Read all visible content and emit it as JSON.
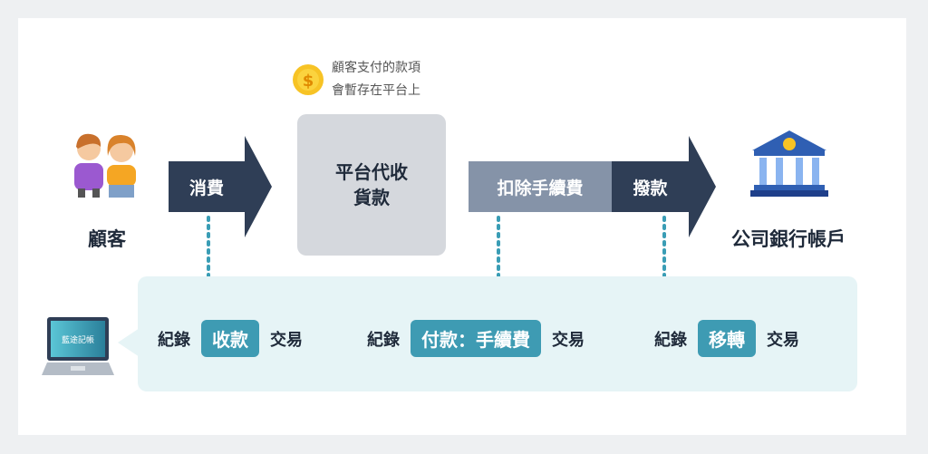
{
  "customer": {
    "label": "顧客"
  },
  "arrow_pay": {
    "label": "消費"
  },
  "note": {
    "line1": "顧客支付的款項",
    "line2": "會暫存在平台上"
  },
  "platform": {
    "line1": "平台代收",
    "line2": "貨款"
  },
  "fee_bar": {
    "label": "扣除手續費"
  },
  "arrow_transfer": {
    "label": "撥款"
  },
  "bank": {
    "label": "公司銀行帳戶"
  },
  "laptop": {
    "brand": "藍途記帳"
  },
  "records": [
    {
      "prefix": "紀錄",
      "tag": "收款",
      "suffix": "交易"
    },
    {
      "prefix": "紀錄",
      "tag": "付款：手續費",
      "suffix": "交易"
    },
    {
      "prefix": "紀錄",
      "tag": "移轉",
      "suffix": "交易"
    }
  ],
  "colors": {
    "navy": "#2f3e56",
    "slate": "#8593a8",
    "teal": "#3e9bb3",
    "panel": "#e6f4f6"
  }
}
